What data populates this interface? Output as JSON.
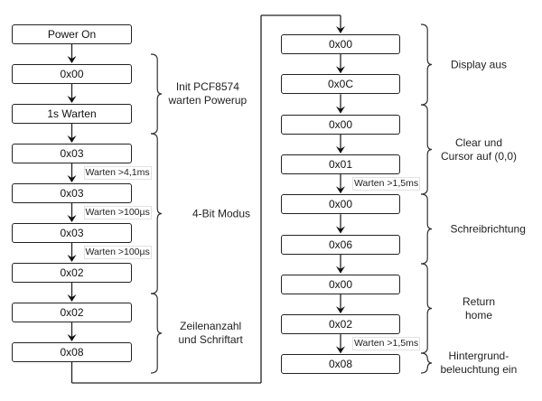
{
  "diagram": {
    "title": "",
    "left_column": {
      "steps": [
        {
          "label": "Power On"
        },
        {
          "label": "0x00"
        },
        {
          "label": "1s Warten"
        },
        {
          "label": "0x03"
        },
        {
          "label": "0x03"
        },
        {
          "label": "0x03"
        },
        {
          "label": "0x02"
        },
        {
          "label": "0x02"
        },
        {
          "label": "0x08"
        }
      ],
      "waits": [
        {
          "after_step": 3,
          "label": "Warten >4,1ms"
        },
        {
          "after_step": 4,
          "label": "Warten >100µs"
        },
        {
          "after_step": 5,
          "label": "Warten >100µs"
        }
      ],
      "groups": [
        {
          "label_lines": [
            "Init PCF8574",
            "warten Powerup"
          ]
        },
        {
          "label_lines": [
            "4-Bit Modus"
          ]
        },
        {
          "label_lines": [
            "Zeilenanzahl",
            "und Schriftart"
          ]
        }
      ]
    },
    "right_column": {
      "steps": [
        {
          "label": "0x00"
        },
        {
          "label": "0x0C"
        },
        {
          "label": "0x00"
        },
        {
          "label": "0x01"
        },
        {
          "label": "0x00"
        },
        {
          "label": "0x06"
        },
        {
          "label": "0x00"
        },
        {
          "label": "0x02"
        },
        {
          "label": "0x08"
        }
      ],
      "waits": [
        {
          "after_step": 3,
          "label": "Warten >1,5ms"
        },
        {
          "after_step": 7,
          "label": "Warten >1,5ms"
        }
      ],
      "groups": [
        {
          "label_lines": [
            "Display aus"
          ]
        },
        {
          "label_lines": [
            "Clear und",
            "Cursor auf (0,0)"
          ]
        },
        {
          "label_lines": [
            "Schreibrichtung"
          ]
        },
        {
          "label_lines": [
            "Return",
            "home"
          ]
        },
        {
          "label_lines": [
            "Hintergrund-",
            "beleuchtung ein"
          ]
        }
      ]
    }
  }
}
